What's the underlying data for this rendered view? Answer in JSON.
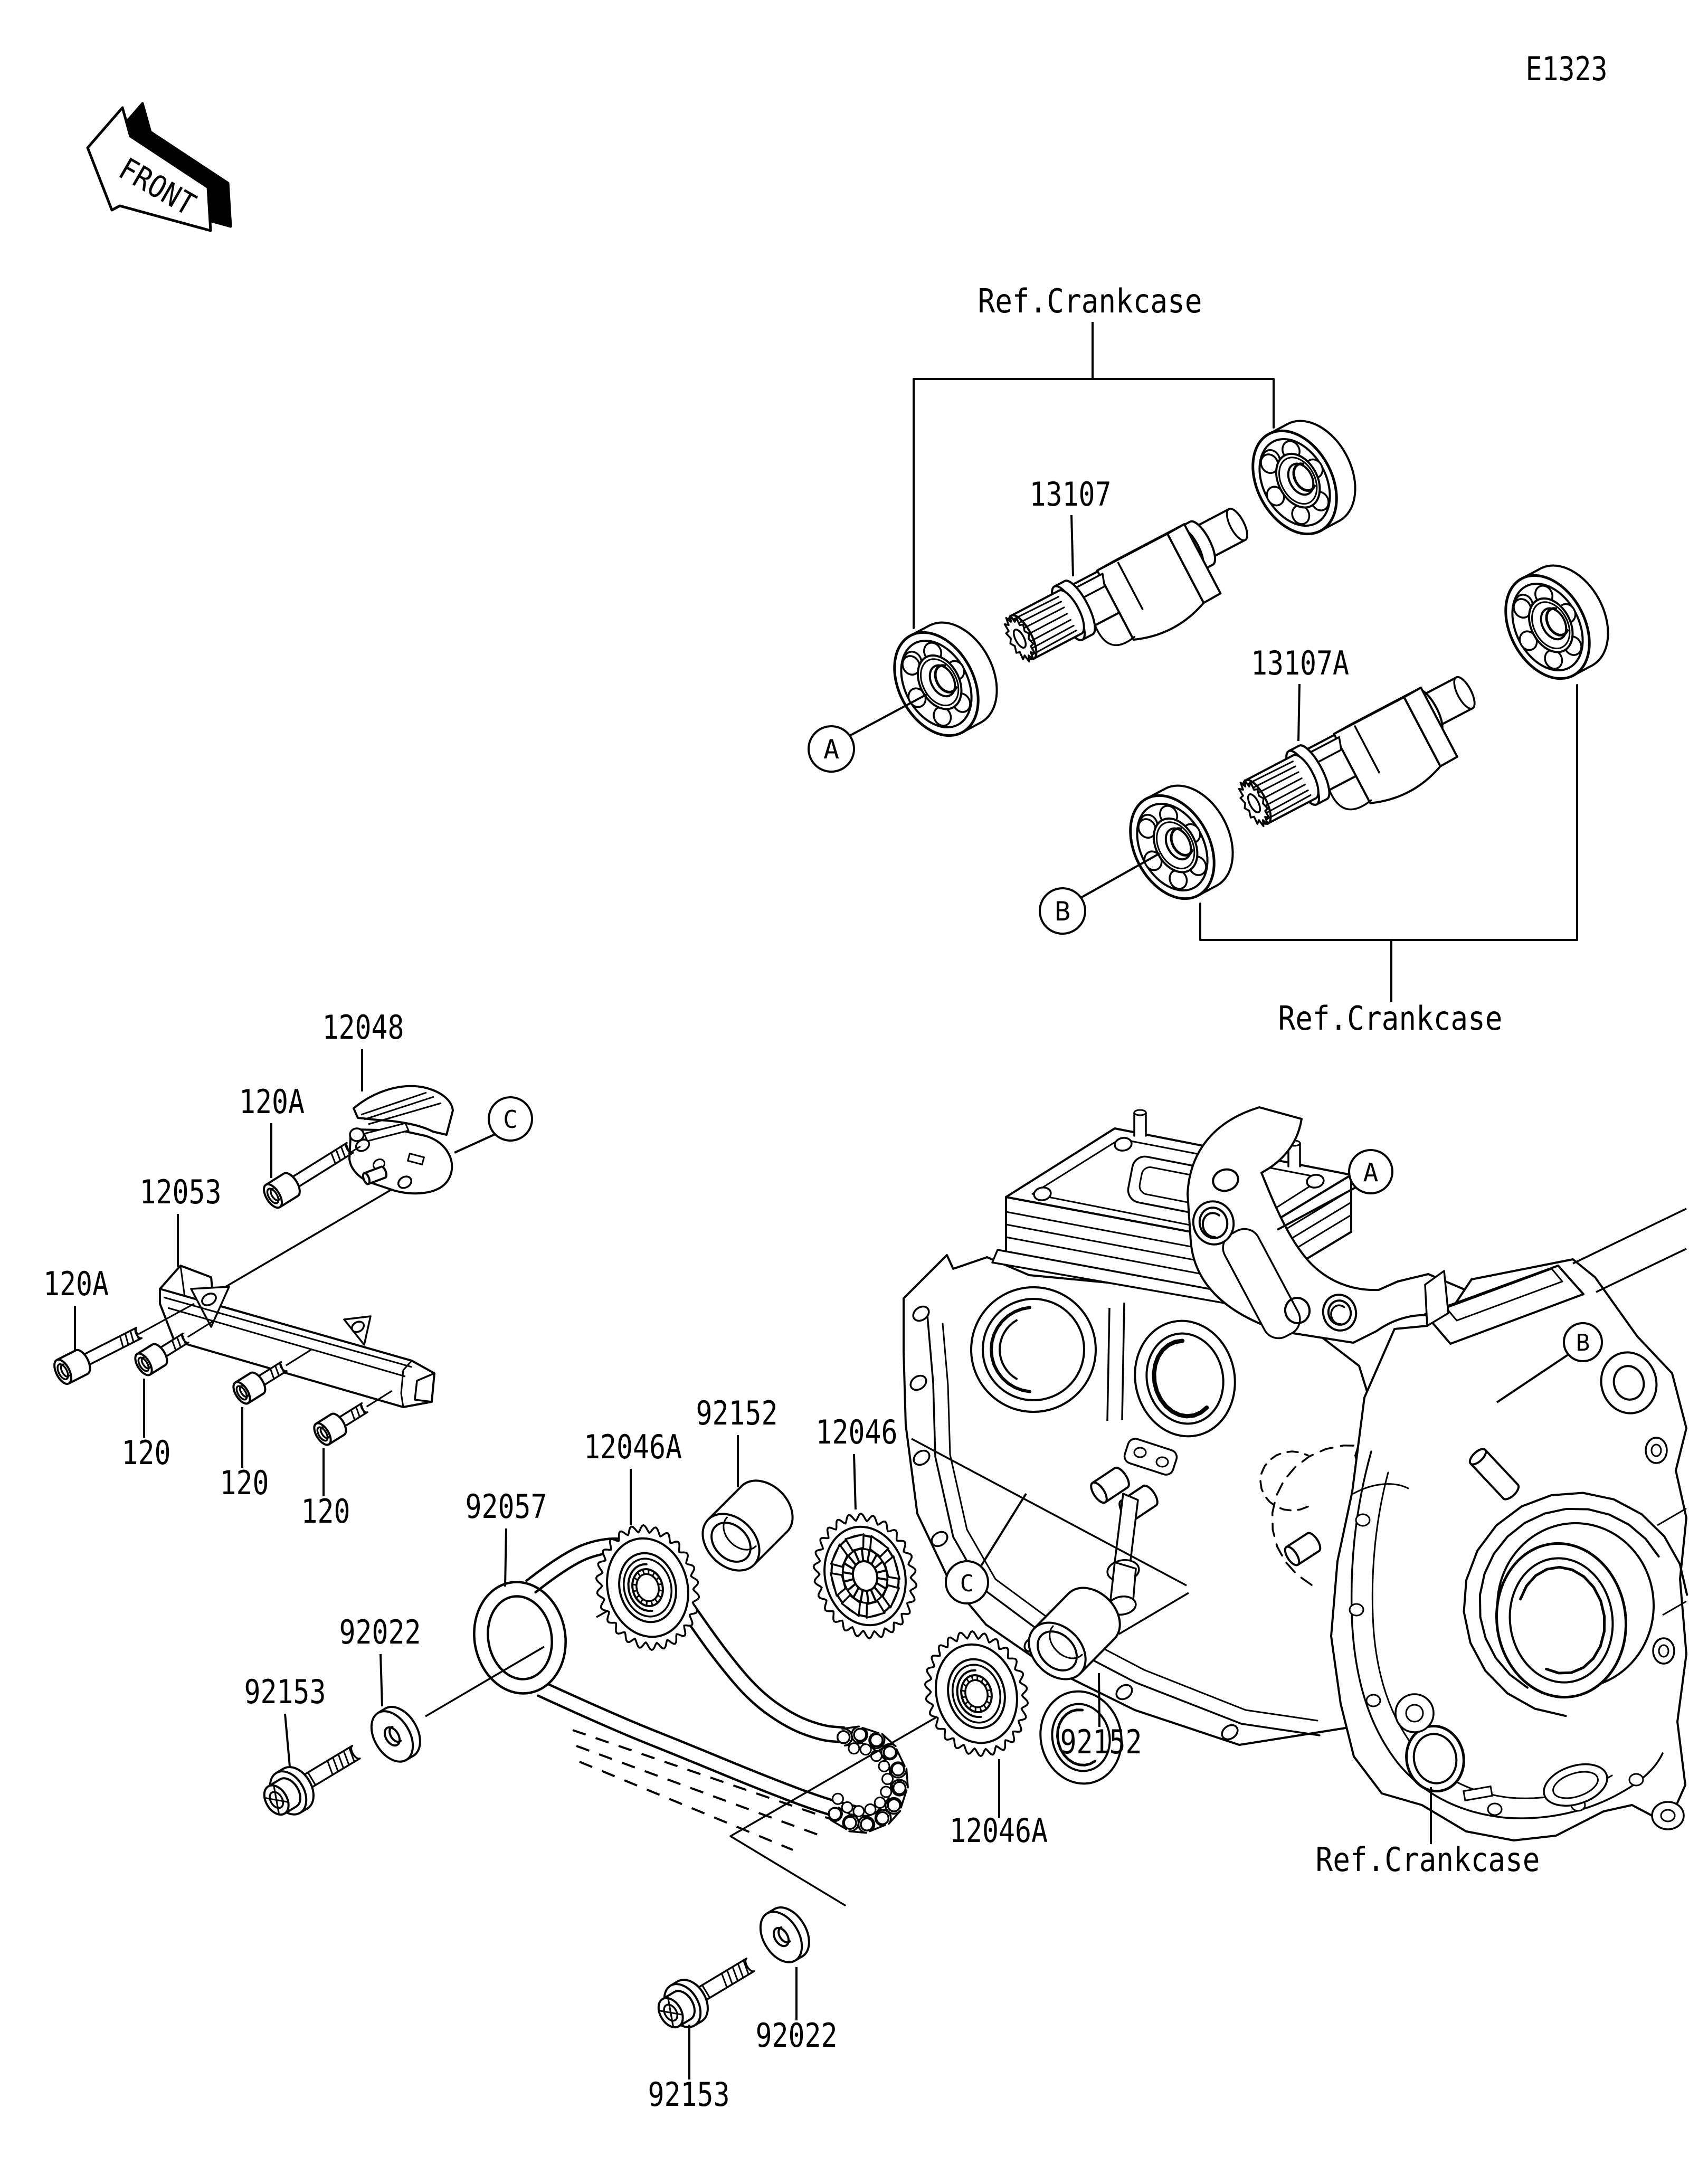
{
  "page": {
    "background": "#ffffff",
    "ink": "#000000"
  },
  "drawing": {
    "code": "E1323",
    "front_marker": "FRONT",
    "ref_label": "Ref.Crankcase",
    "section_markers": [
      "A",
      "B",
      "C"
    ]
  },
  "parts": {
    "balancer_shaft_front": "13107",
    "balancer_shaft_rear": "13107A",
    "tensioner": "12048",
    "guide": "12053",
    "bolt_long": "120A",
    "bolt_short": "120",
    "chain": "92057",
    "sprocket_balancer": "12046A",
    "sprocket_crank": "12046",
    "collar": "92152",
    "washer": "92022",
    "bolt_flanged": "92153"
  }
}
